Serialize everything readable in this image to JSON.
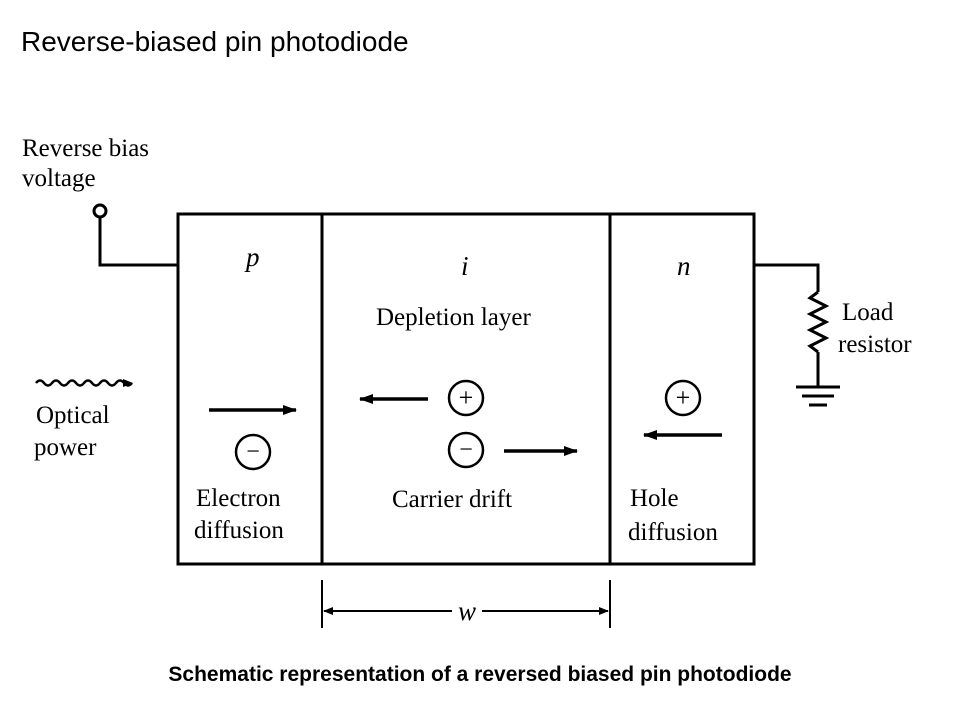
{
  "title": "Reverse-biased pin photodiode",
  "caption": "Schematic representation of a reversed biased pin photodiode",
  "diagram": {
    "bias": {
      "line1": "Reverse bias",
      "line2": "voltage"
    },
    "load": {
      "line1": "Load",
      "line2": "resistor"
    },
    "optical": {
      "line1": "Optical",
      "line2": "power"
    },
    "regions": {
      "p": "p",
      "i": "i",
      "n": "n"
    },
    "depletion_label": "Depletion layer",
    "electron_diffusion": {
      "line1": "Electron",
      "line2": "diffusion"
    },
    "carrier_drift": "Carrier drift",
    "hole_diffusion": {
      "line1": "Hole",
      "line2": "diffusion"
    },
    "width_label": "w",
    "plus_sign": "+",
    "minus_sign": "−"
  }
}
